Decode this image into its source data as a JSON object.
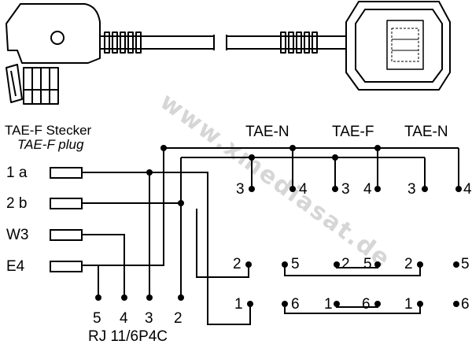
{
  "watermark": "www.xmediasat.de",
  "plug": {
    "title_de": "TAE-F Stecker",
    "title_en": "TAE-F plug",
    "pins": [
      "1 a",
      "2 b",
      "W3",
      "E4"
    ]
  },
  "rj": {
    "label": "RJ 11/6P4C",
    "pins": [
      "5",
      "4",
      "3",
      "2"
    ]
  },
  "sockets": {
    "left": "TAE-N",
    "middle": "TAE-F",
    "right": "TAE-N"
  },
  "terminals": {
    "row1": [
      "3",
      "4",
      "3",
      "4",
      "3",
      "4"
    ],
    "row2": [
      "2",
      "5",
      "2",
      "5",
      "2",
      "5"
    ],
    "row3": [
      "1",
      "6",
      "1",
      "6",
      "1",
      "6"
    ]
  }
}
